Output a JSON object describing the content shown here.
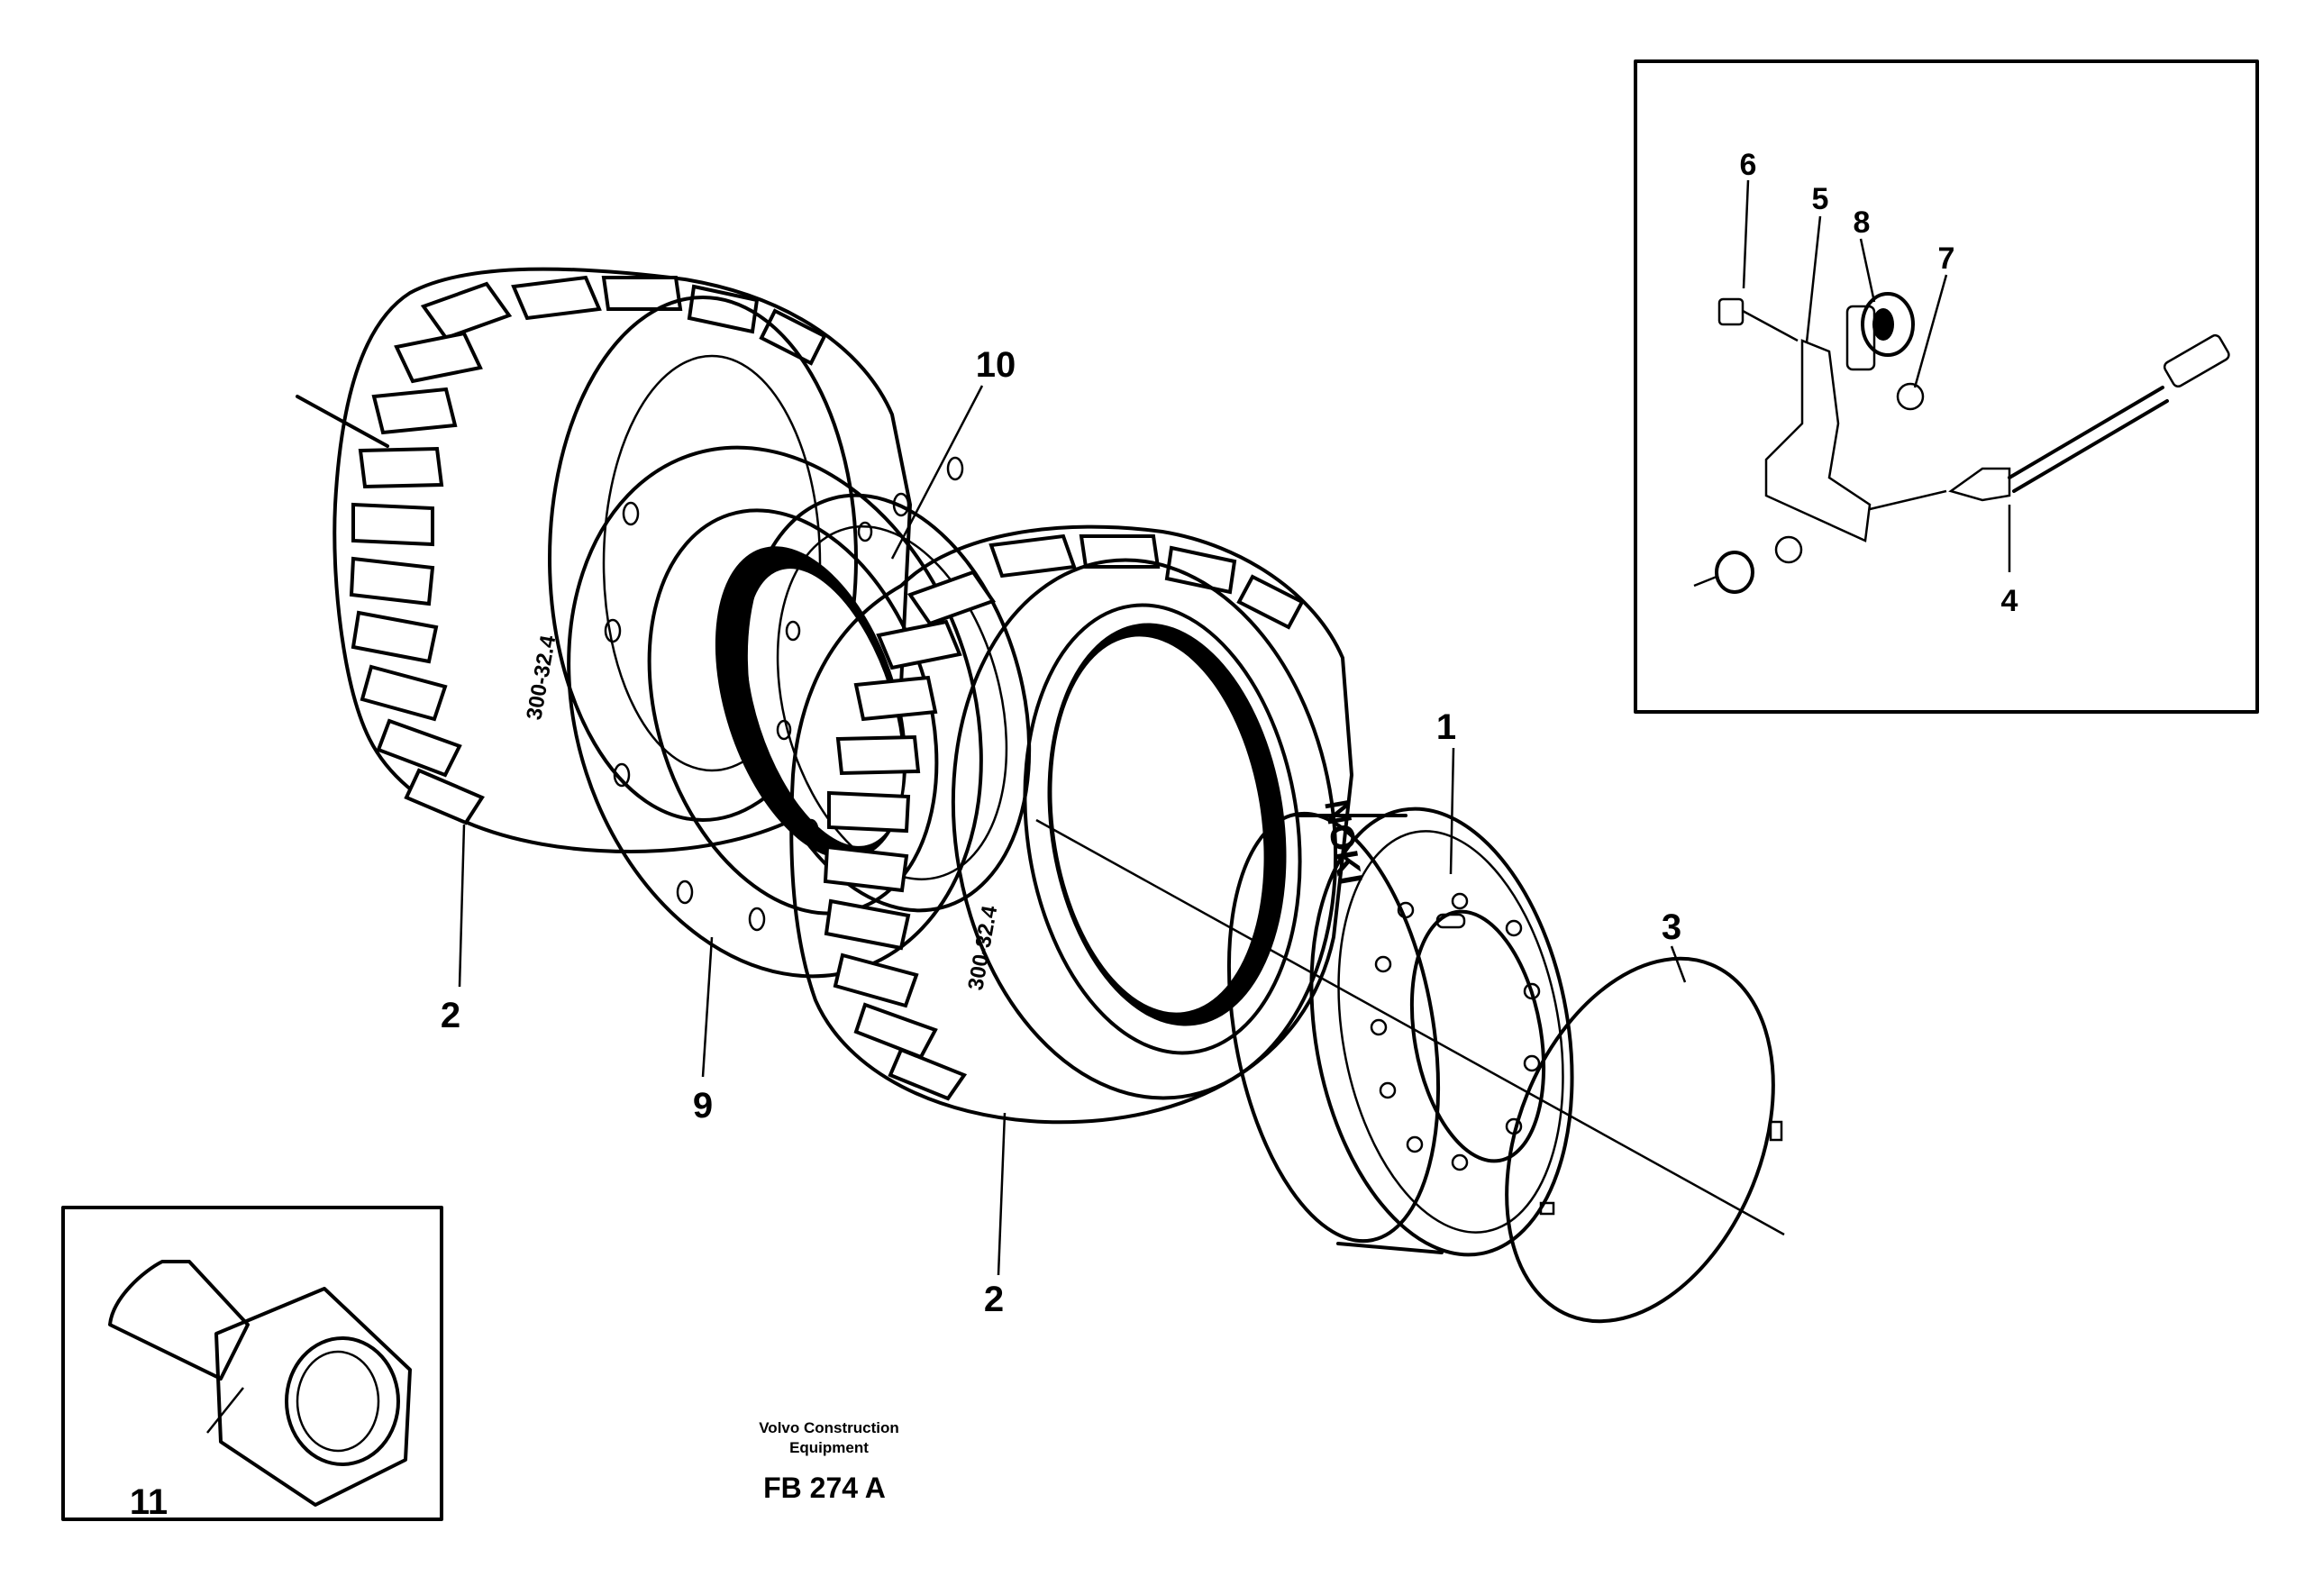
{
  "diagram": {
    "callouts": {
      "c1": "1",
      "c2a": "2",
      "c2b": "2",
      "c3": "3",
      "c4": "4",
      "c5": "5",
      "c6": "6",
      "c7": "7",
      "c8": "8",
      "c9": "9",
      "c10": "10",
      "c11": "11"
    },
    "tire_markings": {
      "brand_rear": "NOKI",
      "size_rear": "300-32.4",
      "size_front": "300-32.4"
    },
    "footer": {
      "company_line1": "Volvo Construction",
      "company_line2": "Equipment",
      "drawing_ref": "FB 274 A"
    }
  }
}
